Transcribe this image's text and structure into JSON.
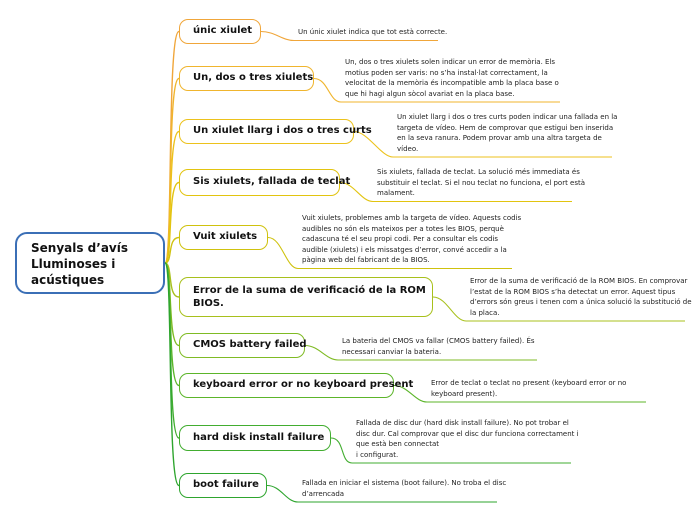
{
  "root": {
    "line1": "Senyals d’avís",
    "line2": "Lluminoses i",
    "line3": "acústiques"
  },
  "branches": [
    {
      "title": "únic xiulet",
      "color": "#f0a63a",
      "note": [
        "Un únic xiulet indica que tot està correcte."
      ]
    },
    {
      "title": "Un, dos o tres xiulets",
      "color": "#f0b52e",
      "note": [
        "Un, dos o tres xiulets solen indicar un error de memòria. Els",
        "motius poden ser varis: no s’ha instal·lat correctament, la",
        "velocitat de la memòria és incompatible amb la placa base o",
        "que hi hagi algun sòcol avariat en la placa base."
      ]
    },
    {
      "title": "Un xiulet llarg i dos o tres curts",
      "color": "#ecc21c",
      "note": [
        "Un xiulet llarg i dos o tres curts poden indicar una fallada en la",
        "targeta de vídeo. Hem de comprovar que estigui ben inserida",
        "en la seva ranura. Podem provar amb una altra targeta de",
        "vídeo."
      ]
    },
    {
      "title": "Sis xiulets, fallada de teclat",
      "color": "#e2c410",
      "note": [
        "Sis xiulets, fallada de teclat. La solució més immediata és",
        "substituir el teclat. Si el nou teclat no funciona, el port està",
        "malament."
      ]
    },
    {
      "title": "Vuit xiulets",
      "color": "#cfc20e",
      "note": [
        "Vuit xiulets, problemes amb la targeta de vídeo. Aquests codis",
        "audibles no són els mateixos per a totes les BIOS, perquè",
        "cadascuna té el seu propi codi. Per a consultar els codis",
        "audible (xiulets) i els missatges d’error, convé accedir a la",
        "pàgina web del fabricant de la BIOS."
      ]
    },
    {
      "title": "Error de la suma de verificació de la ROM BIOS.",
      "color": "#a8c01c",
      "note": [
        "Error de la suma de verificació de la ROM BIOS. En comprovar",
        "l’estat de la ROM BIOS s’ha detectat un error. Aquest tipus",
        "d’errors són greus i tenen com a única solució la substitució de",
        "la placa."
      ]
    },
    {
      "title": "CMOS battery failed",
      "color": "#7fbb24",
      "note": [
        "La bateria del CMOS va fallar (CMOS battery failed). És",
        "necessari canviar la bateria."
      ]
    },
    {
      "title": "keyboard error or no keyboard present",
      "color": "#5cb52a",
      "note": [
        "Error de teclat o teclat no present (keyboard error or no",
        "keyboard present)."
      ]
    },
    {
      "title": "hard disk install failure",
      "color": "#42ad30",
      "note": [
        "Fallada de disc dur (hard disk install failure). No pot trobar el",
        "disc dur. Cal comprovar que el disc dur funciona correctament i",
        "que està ben connectat",
        "i configurat."
      ]
    },
    {
      "title": "boot failure",
      "color": "#2ea52e",
      "note": [
        "Fallada en iniciar el sistema (boot failure). No troba el disc",
        "d’arrencada"
      ]
    }
  ]
}
